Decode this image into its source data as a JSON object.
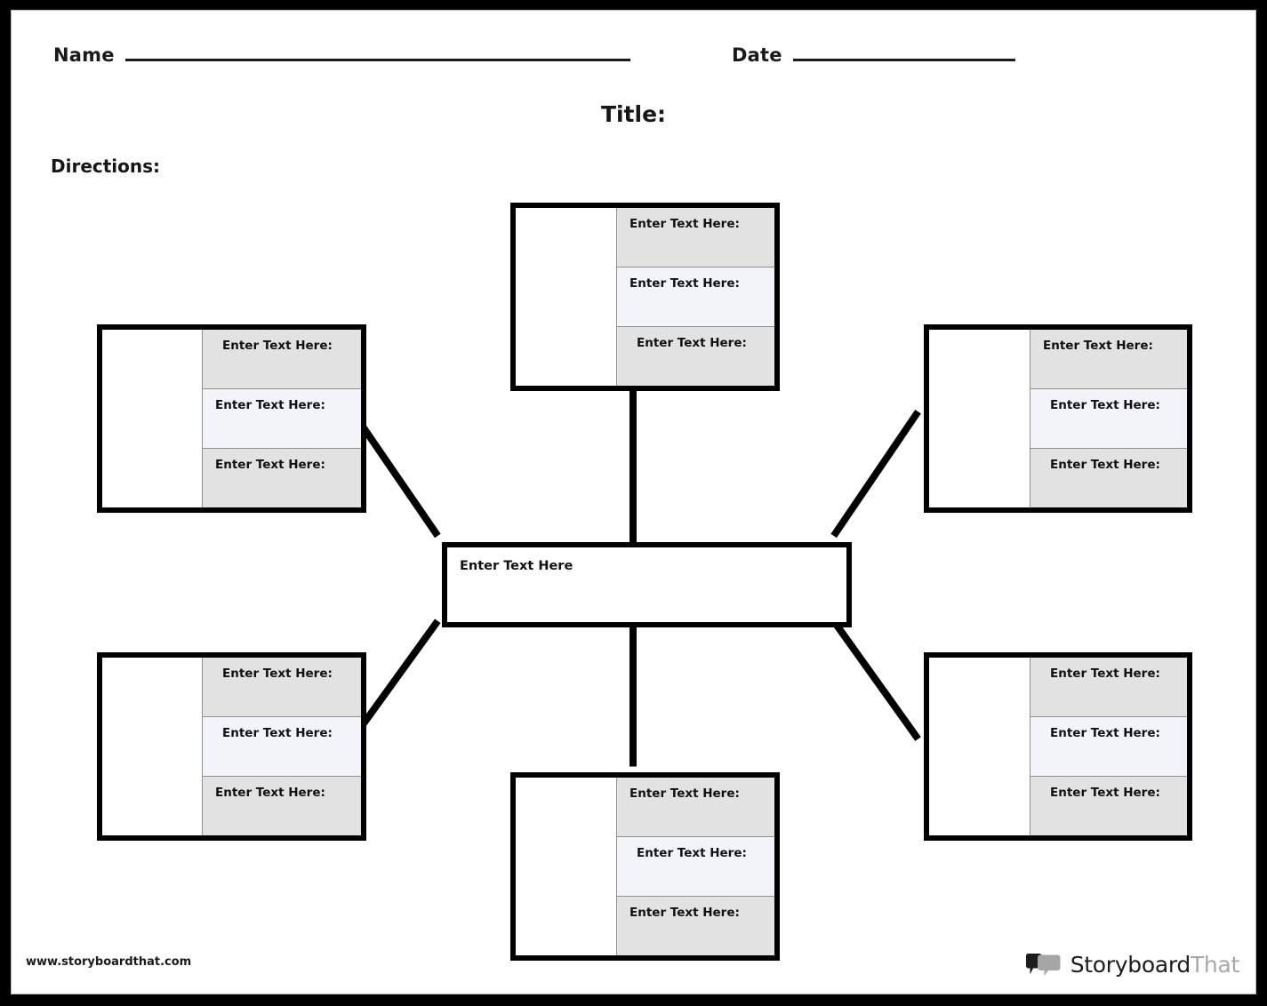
{
  "page": {
    "title": "Title:",
    "directions_label": "Directions:",
    "name_label": "Name",
    "date_label": "Date",
    "name_value": "",
    "date_value": ""
  },
  "center": {
    "label": "Enter Text Here"
  },
  "nodes": [
    {
      "id": "node-top",
      "position": "top-center",
      "cells": [
        {
          "label": "Enter Text Here:",
          "fill": "#e2e2e2",
          "indent": false
        },
        {
          "label": "Enter Text Here:",
          "fill": "#f2f4fa",
          "indent": false
        },
        {
          "label": "Enter Text Here:",
          "fill": "#e2e2e2",
          "indent": true
        }
      ]
    },
    {
      "id": "node-left-upper",
      "position": "left-upper",
      "cells": [
        {
          "label": "Enter Text Here:",
          "fill": "#e2e2e2",
          "indent": true
        },
        {
          "label": "Enter Text Here:",
          "fill": "#f2f4fa",
          "indent": false
        },
        {
          "label": "Enter Text Here:",
          "fill": "#e2e2e2",
          "indent": false
        }
      ]
    },
    {
      "id": "node-right-upper",
      "position": "right-upper",
      "cells": [
        {
          "label": "Enter Text Here:",
          "fill": "#e2e2e2",
          "indent": false
        },
        {
          "label": "Enter Text Here:",
          "fill": "#f2f4fa",
          "indent": true
        },
        {
          "label": "Enter Text Here:",
          "fill": "#e2e2e2",
          "indent": true
        }
      ]
    },
    {
      "id": "node-left-lower",
      "position": "left-lower",
      "cells": [
        {
          "label": "Enter Text Here:",
          "fill": "#e2e2e2",
          "indent": true
        },
        {
          "label": "Enter Text Here:",
          "fill": "#f2f4fa",
          "indent": true
        },
        {
          "label": "Enter Text Here:",
          "fill": "#e2e2e2",
          "indent": false
        }
      ]
    },
    {
      "id": "node-right-lower",
      "position": "right-lower",
      "cells": [
        {
          "label": "Enter Text Here:",
          "fill": "#e2e2e2",
          "indent": true
        },
        {
          "label": "Enter Text Here:",
          "fill": "#f2f4fa",
          "indent": true
        },
        {
          "label": "Enter Text Here:",
          "fill": "#e2e2e2",
          "indent": true
        }
      ]
    },
    {
      "id": "node-bottom",
      "position": "bottom-center",
      "cells": [
        {
          "label": "Enter Text Here:",
          "fill": "#e2e2e2",
          "indent": false
        },
        {
          "label": "Enter Text Here:",
          "fill": "#f2f4fa",
          "indent": true
        },
        {
          "label": "Enter Text Here:",
          "fill": "#e2e2e2",
          "indent": false
        }
      ]
    }
  ],
  "footer": {
    "url": "www.storyboardthat.com",
    "brand_primary": "Storyboard",
    "brand_secondary": "That"
  },
  "colors": {
    "ink": "#000000",
    "page_background": "#ffffff",
    "frame": "#000000",
    "cell_gray": "#e2e2e2",
    "cell_blue": "#f2f4fa",
    "cell_divider": "#8f8f8f",
    "brand_gray": "#a8a8a8"
  }
}
